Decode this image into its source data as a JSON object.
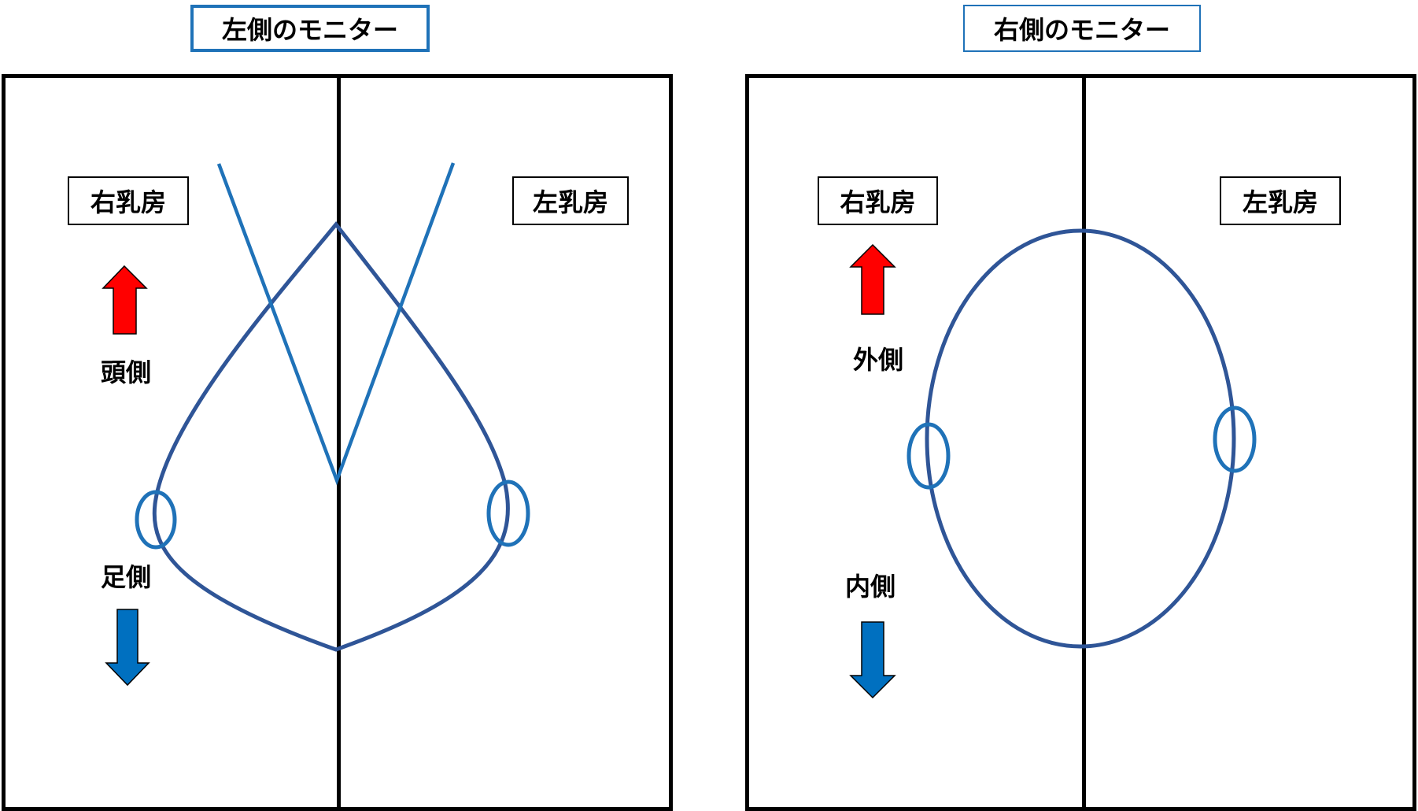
{
  "left_monitor": {
    "title": "左側のモニター",
    "right_breast_label": "右乳房",
    "left_breast_label": "左乳房",
    "head_side_label": "頭側",
    "foot_side_label": "足側"
  },
  "right_monitor": {
    "title": "右側のモニター",
    "right_breast_label": "右乳房",
    "left_breast_label": "左乳房",
    "outer_side_label": "外側",
    "inner_side_label": "内側"
  },
  "colors": {
    "frame": "#000000",
    "title_border": "#1F72B8",
    "breast_outline": "#2F5597",
    "line_blue": "#1F72B8",
    "up_arrow": "#FF0000",
    "down_arrow": "#0070C0"
  }
}
